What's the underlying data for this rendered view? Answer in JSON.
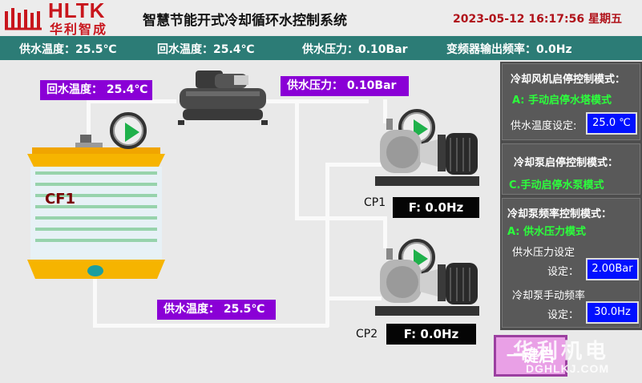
{
  "header": {
    "logo_text": "HLTK",
    "logo_sub": "华利智成",
    "title": "智慧节能开式冷却循环水控制系统",
    "datetime": "2023-05-12 16:17:56  星期五"
  },
  "status": {
    "supply_temp": "供水温度：25.5℃",
    "return_temp": "回水温度：25.4℃",
    "supply_pressure": "供水压力：0.10Bar",
    "vfd_freq": "变频器输出频率：0.0Hz"
  },
  "diagram": {
    "return_temp_label": "回水温度：  25.4℃",
    "supply_pressure_label": "供水压力：  0.10Bar",
    "supply_temp_label": "供水温度：   25.5℃",
    "tower_name": "CF1",
    "pump1_name": "CP1",
    "pump1_freq": "F:  0.0Hz",
    "pump2_name": "CP2",
    "pump2_freq": "F:  0.0Hz"
  },
  "panel": {
    "fan_title": "冷却风机启停控制模式：",
    "fan_mode": "A:  手动启停水塔模式",
    "fan_setpoint_label": "供水温度设定:",
    "fan_setpoint_value": "25.0 ℃",
    "pump_title": "冷却泵启停控制模式：",
    "pump_mode": "C.手动启停水泵模式",
    "freq_title": "冷却泵频率控制模式：",
    "freq_mode": "A:  供水压力模式",
    "pressure_label": "供水压力设定",
    "pressure_sub": "设定：",
    "pressure_value": "2.00Bar",
    "manual_freq_label": "冷却泵手动频率",
    "manual_freq_sub": "设定：",
    "manual_freq_value": "30.0Hz"
  },
  "buttons": {
    "onekey_start": "一键启"
  },
  "watermark": {
    "cn": "华利机电",
    "url": "DGHLKJ.COM"
  },
  "colors": {
    "status_bar": "#2c7c76",
    "label_purple": "#8a00d6",
    "mode_green": "#2cff3c",
    "input_blue": "#0010ff",
    "brand_red": "#c8161d"
  }
}
